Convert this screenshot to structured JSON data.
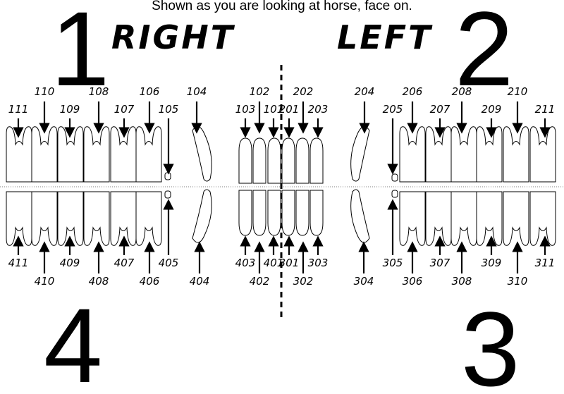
{
  "subtitle": "Shown as you are looking at horse, face on.",
  "sides": {
    "right": "RIGHT",
    "left": "LEFT"
  },
  "quadrants": {
    "q1": "1",
    "q2": "2",
    "q3": "3",
    "q4": "4"
  },
  "upper_labels": [
    "111",
    "110",
    "109",
    "108",
    "107",
    "106",
    "105",
    "104",
    "103",
    "102",
    "101",
    "201",
    "202",
    "203",
    "204",
    "205",
    "206",
    "207",
    "208",
    "209",
    "210",
    "211"
  ],
  "lower_labels": [
    "411",
    "410",
    "409",
    "408",
    "407",
    "406",
    "405",
    "404",
    "403",
    "402",
    "401",
    "301",
    "302",
    "303",
    "304",
    "305",
    "306",
    "307",
    "308",
    "309",
    "310",
    "311"
  ]
}
